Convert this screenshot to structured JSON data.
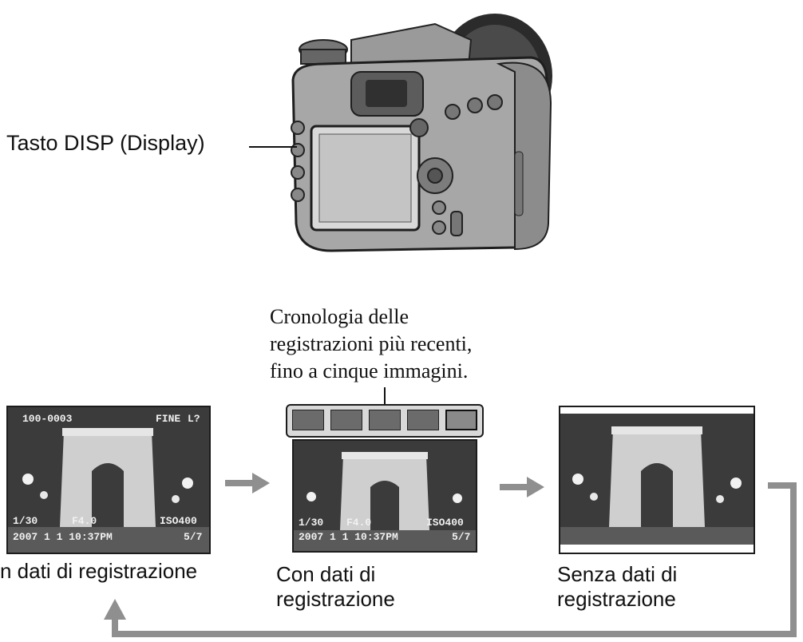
{
  "callout": {
    "disp_button_label": "Tasto DISP (Display)"
  },
  "history_note": {
    "lines": [
      "Cronologia delle",
      "registrazioni più recenti,",
      "fino a cinque immagini."
    ]
  },
  "screens": [
    {
      "caption": "n dati di registrazione",
      "osd": {
        "folder_file": "100-0003",
        "quality": "FINE",
        "size": "L?",
        "shutter": "1/30",
        "aperture": "F4.0",
        "iso": "ISO400",
        "datetime": "2007  1  1 10:37PM",
        "frame": "5/7"
      }
    },
    {
      "caption_lines": [
        "Con dati di",
        "registrazione"
      ],
      "osd": {
        "shutter": "1/30",
        "aperture": "F4.0",
        "iso": "ISO400",
        "datetime": "2007  1  1 10:37PM",
        "frame": "5/7"
      }
    },
    {
      "caption_lines": [
        "Senza dati di",
        "registrazione"
      ]
    }
  ],
  "colors": {
    "arrow": "#8f8f8f",
    "loop_line": "#8f8f8f",
    "screen_bg": "#3b3b3b"
  },
  "icons": [
    "camera-back-illustration",
    "arc-de-triomphe-photo",
    "right-arrow-icon",
    "loop-back-arrow-icon"
  ]
}
